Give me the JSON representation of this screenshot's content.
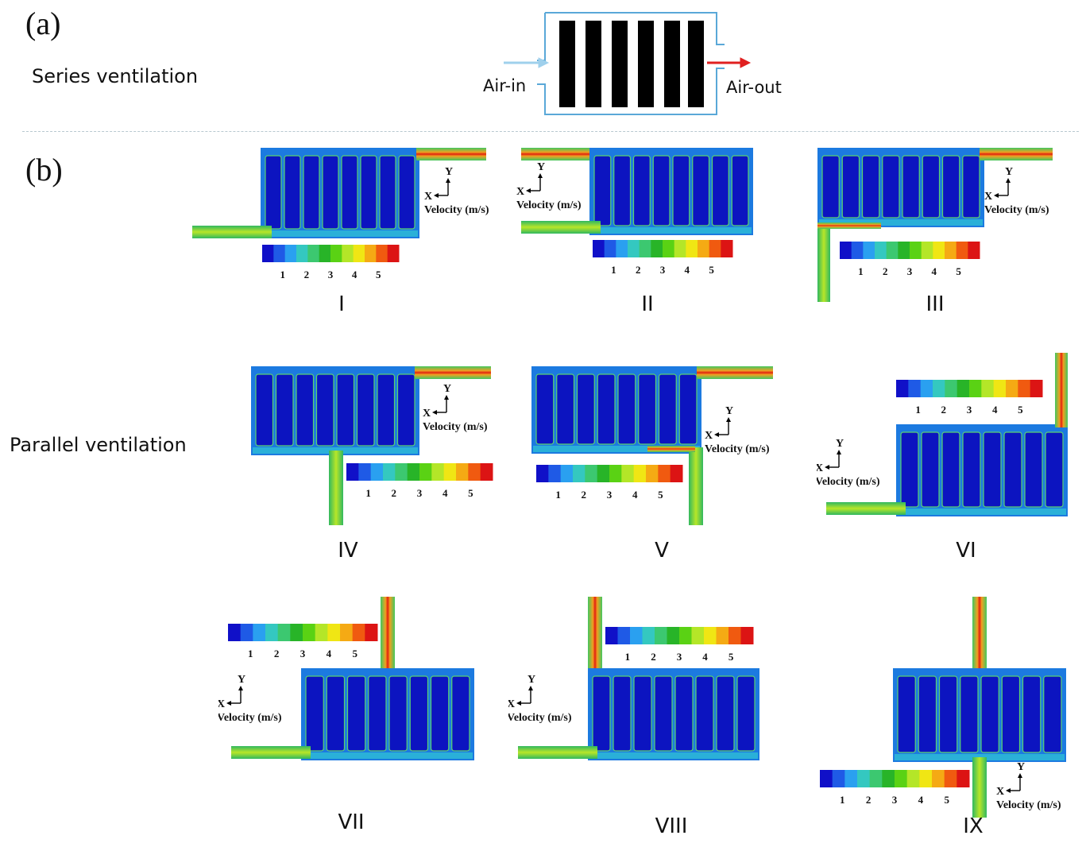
{
  "panel_a": {
    "label": "(a)",
    "section_title": "Series ventilation",
    "air_in_label": "Air-in",
    "air_out_label": "Air-out",
    "air_in_color": "#9fd0ec",
    "air_out_color": "#e02020"
  },
  "panel_b": {
    "label": "(b)",
    "section_title": "Parallel ventilation",
    "axis_x": "X",
    "axis_y": "Y",
    "velocity_label": "Velocity (m/s)",
    "colorbar_ticks": [
      "1",
      "2",
      "3",
      "4",
      "5"
    ],
    "colorbar_colors": [
      "#1010c8",
      "#1f5ae6",
      "#2aa0f0",
      "#34c8c0",
      "#3cc870",
      "#28b428",
      "#5ad214",
      "#b4e628",
      "#f0e614",
      "#f5aa14",
      "#f05a10",
      "#dc1414"
    ],
    "cases": [
      {
        "id": "I",
        "label": "I"
      },
      {
        "id": "II",
        "label": "II"
      },
      {
        "id": "III",
        "label": "III"
      },
      {
        "id": "IV",
        "label": "IV"
      },
      {
        "id": "V",
        "label": "V"
      },
      {
        "id": "VI",
        "label": "VI"
      },
      {
        "id": "VII",
        "label": "VII"
      },
      {
        "id": "VIII",
        "label": "VIII"
      },
      {
        "id": "IX",
        "label": "IX"
      }
    ]
  }
}
